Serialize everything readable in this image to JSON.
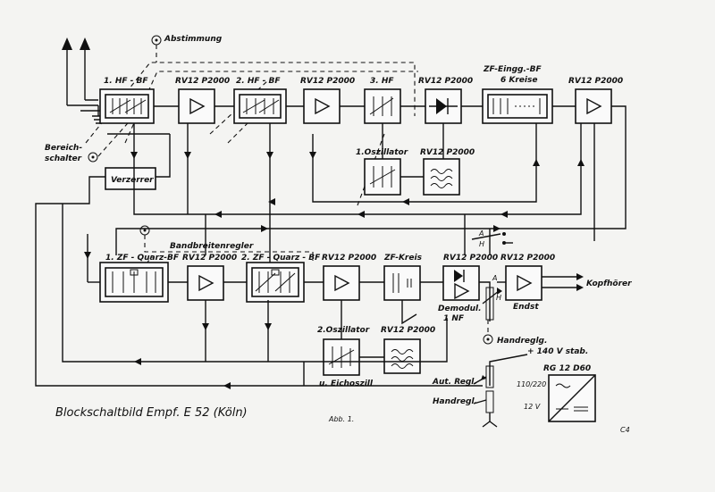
{
  "labels": {
    "abstimmung": "Abstimmung",
    "bereich": "Bereich-",
    "schalter": "schalter",
    "hf1": "1. HF - BF",
    "rv1": "RV12 P2000",
    "hf2": "2. HF - BF",
    "rv2": "RV12 P2000",
    "hf3": "3. HF",
    "rv3": "RV12 P2000",
    "zfeingbf": "ZF-Eingg.-BF",
    "kreise": "6 Kreise",
    "rv4": "RV12 P2000",
    "oszillator1": "1.Oszillator",
    "rv_osc1": "RV12 P2000",
    "verzerrer": "Verzerrer",
    "bandbreiten": "Bandbreitenregler",
    "zf1": "1. ZF - Quarz-BF",
    "rv5": "RV12 P2000",
    "zf2": "2. ZF - Quarz - BF",
    "rv6": "RV12 P2000",
    "zfkreis": "ZF-Kreis",
    "rv7": "RV12 P2000",
    "rv8": "RV12 P2000",
    "a_top": "A",
    "h_top": "H",
    "a_mid": "A",
    "h_mid": "H",
    "demodul": "Demodul.",
    "nf1": "1 NF",
    "endst": "Endst",
    "kopfhoerer": "Kopfhörer",
    "handregig": "Handreglg.",
    "oszillator2": "2.Oszillator",
    "eichoszill": "u. Eichoszill",
    "rv_osc2": "RV12 P2000",
    "stab": "+ 140 V stab.",
    "autregl": "Aut. Regl.",
    "handregl": "Handregl.",
    "rg": "RG 12   D60",
    "v110": "110/220",
    "v12": "12 V",
    "caption": "Blockschaltbild  Empf.  E 52  (Köln)",
    "abb": "Abb. 1.",
    "cornermark": "C4"
  }
}
